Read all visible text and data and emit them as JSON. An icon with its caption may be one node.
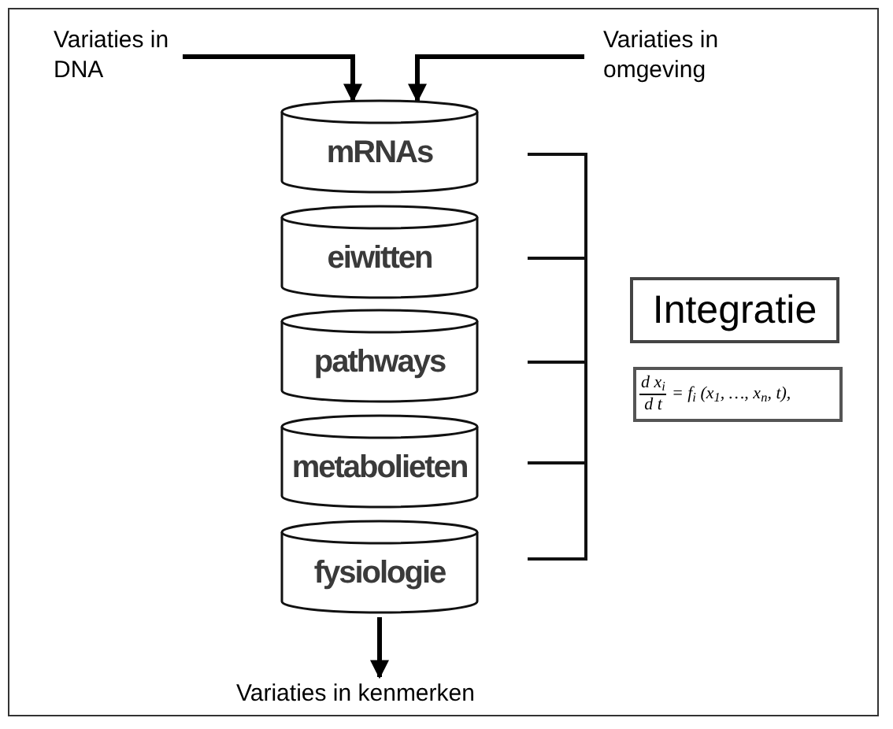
{
  "diagram": {
    "nodes": [
      {
        "text": [
          "Variaties in DNA"
        ]
      },
      {
        "text": [
          "Variaties in omgeving"
        ]
      },
      {
        "text": [
          "mRNAs"
        ]
      },
      {
        "text": [
          "eiwitten"
        ]
      },
      {
        "text": [
          "pathways"
        ]
      },
      {
        "text": [
          "metabolieten"
        ]
      },
      {
        "text": [
          "fysiologie"
        ]
      },
      {
        "text": [
          "Variaties in kenmerken"
        ]
      },
      {
        "text": [
          "Integratie"
        ]
      },
      {
        "text": [
          "d x$_{i}$",
          "d t",
          "= f$_{i}$ (x$_{1}$, …, x$_{n}$, t),"
        ]
      }
    ],
    "edges": [
      {
        "from": 0,
        "to": 2,
        "arrow": "to"
      },
      {
        "from": 1,
        "to": 2,
        "arrow": "to"
      },
      {
        "from": 6,
        "to": 7,
        "arrow": "to"
      }
    ]
  }
}
